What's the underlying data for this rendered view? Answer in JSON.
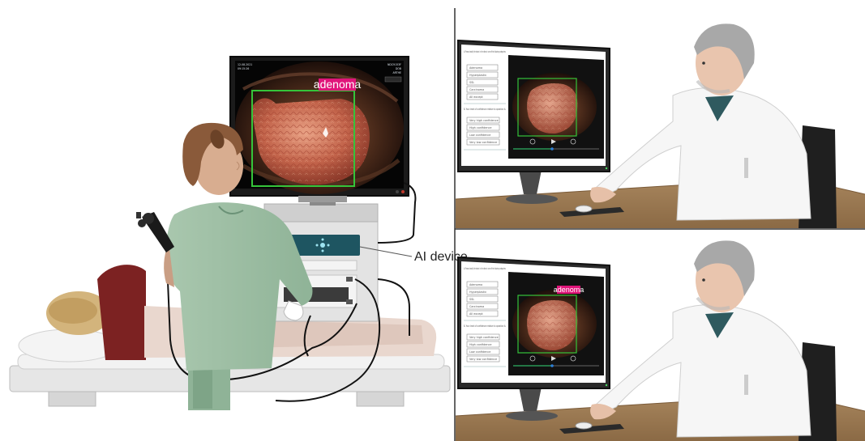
{
  "labels": {
    "ai_device": "AI device",
    "detection_tag": "adenoma"
  },
  "endoscopy_monitor": {
    "osd_left": [
      "12.08.2021",
      "09:15:26"
    ],
    "osd_right": [
      "NDC9153F",
      "DOB",
      "ARTHE"
    ]
  },
  "review_screen": {
    "question_1": "A. Please classify the lesion in the video in one of the following categories:",
    "options_1": [
      "Adenoma",
      "Hyperplastic",
      "SSL",
      "Carcinoma",
      "All except"
    ],
    "question_2": "B. Your level of confidence relative to question A:",
    "options_2": [
      "Very high confidence",
      "High confidence",
      "Low confidence",
      "Very low confidence"
    ],
    "sidebar_footer": "",
    "video_osd": "",
    "detection_tag": "adenoma"
  },
  "colors": {
    "detection_box": "#35c43a",
    "detection_tag_bg": "#e0157a",
    "scrub_green": "#25a85a",
    "scrub_blue": "#2f7fd9",
    "panel_divider": "#333333"
  },
  "icons": [
    "rewind-icon",
    "play-icon",
    "forward-icon"
  ]
}
